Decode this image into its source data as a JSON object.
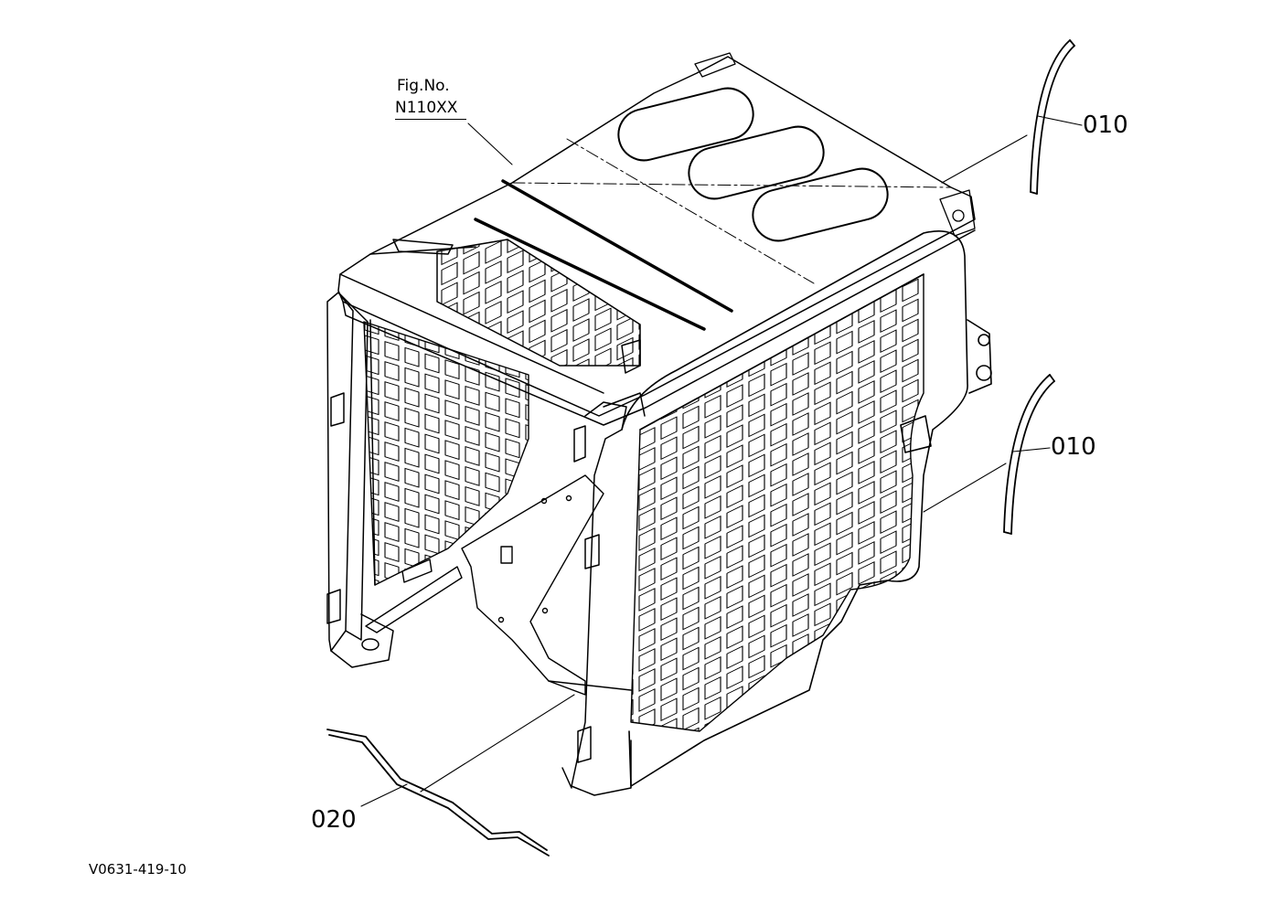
{
  "figure": {
    "title_line": "Fig.No.",
    "number_line": "N110XX"
  },
  "callouts": [
    {
      "part_no": "010"
    },
    {
      "part_no": "010"
    },
    {
      "part_no": "020"
    }
  ],
  "drawing_code": "V0631-419-10"
}
